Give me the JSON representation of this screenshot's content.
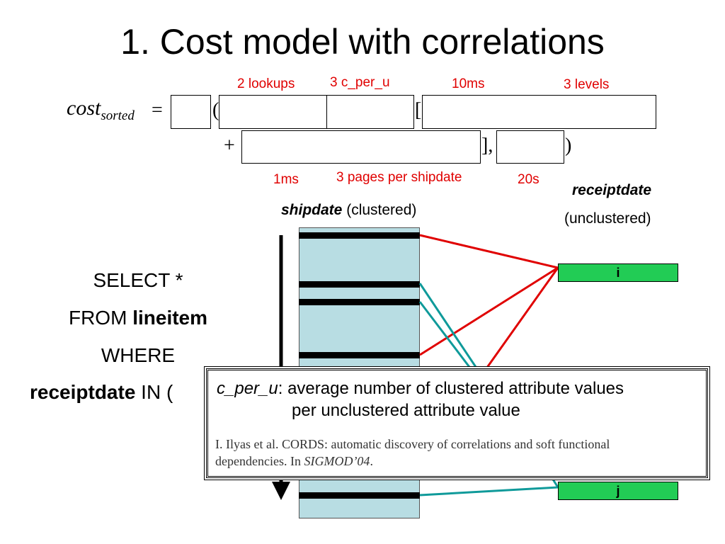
{
  "title": "1. Cost model with correlations",
  "formula": {
    "cost": "cost",
    "subscript": "sorted",
    "equals": "=",
    "open_paren": "(",
    "open_bracket": "[",
    "plus": "+",
    "close_bracket_comma": "],",
    "close_paren": ")"
  },
  "annotations": {
    "lookups": "2 lookups",
    "c_per_u": "3 c_per_u",
    "ms10": "10ms",
    "levels": "3 levels",
    "ms1": "1ms",
    "pages": "3 pages per shipdate",
    "s20": "20s"
  },
  "shipdate": {
    "name": "shipdate",
    "suffix": "(clustered)"
  },
  "receiptdate": {
    "name": "receiptdate",
    "suffix": "(unclustered)"
  },
  "sql": {
    "line1": "SELECT *",
    "line2_prefix": "FROM ",
    "line2_table": "lineitem",
    "line3": "WHERE",
    "line4_col": "receiptdate",
    "line4_rest": " IN ("
  },
  "entries": {
    "i": "i",
    "j": "j"
  },
  "popup": {
    "term": "c_per_u",
    "definition_1": ": average number of clustered attribute values",
    "definition_2": "per unclustered attribute value",
    "ref_line1": "I. Ilyas et al. CORDS: automatic discovery of correlations and soft functional",
    "ref_line2_prefix": "dependencies. In ",
    "ref_venue": "SIGMOD’04",
    "ref_end": "."
  },
  "colors": {
    "red_lines": "#e00000",
    "teal_lines": "#0f9a9a",
    "column_fill": "#b8dde3",
    "green_entry": "#22cc55"
  }
}
